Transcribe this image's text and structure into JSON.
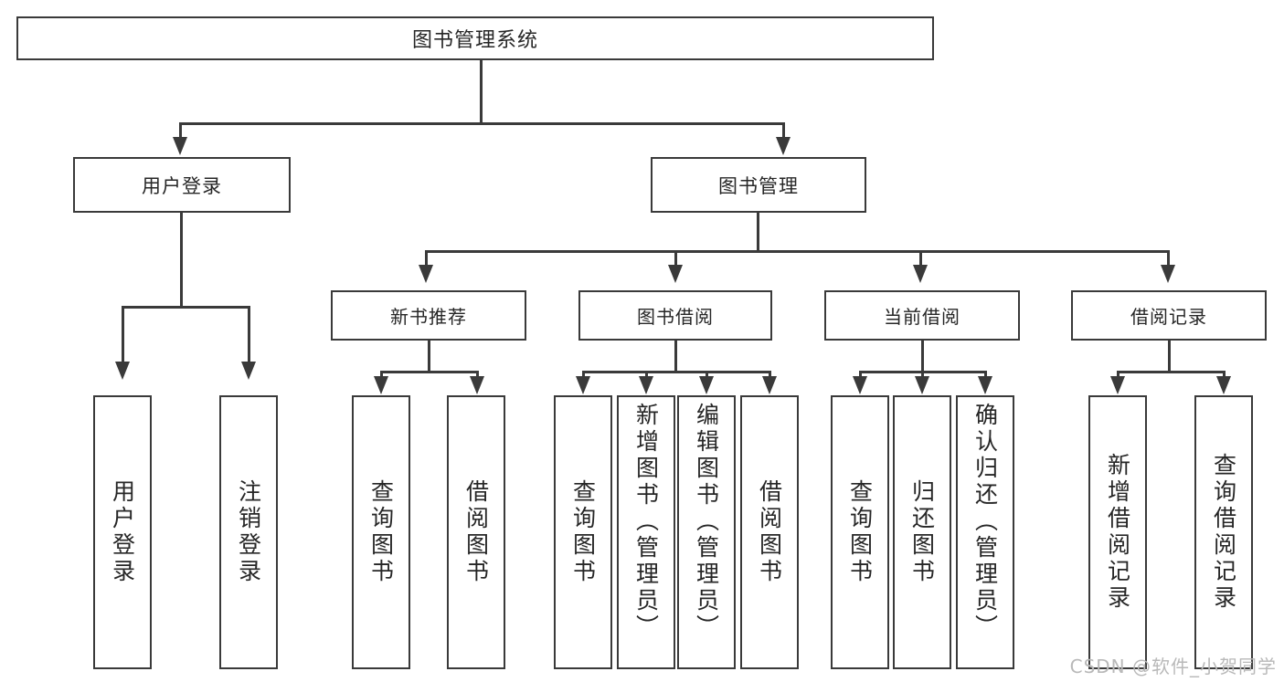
{
  "diagram": {
    "type": "tree",
    "title": "图书管理系统",
    "root": {
      "label": "图书管理系统"
    },
    "level2": [
      {
        "label": "用户登录"
      },
      {
        "label": "图书管理"
      }
    ],
    "level3": [
      {
        "label": "新书推荐",
        "parent": "图书管理"
      },
      {
        "label": "图书借阅",
        "parent": "图书管理"
      },
      {
        "label": "当前借阅",
        "parent": "图书管理"
      },
      {
        "label": "借阅记录",
        "parent": "图书管理"
      }
    ],
    "leaves": [
      {
        "label": "用户登录",
        "parent": "用户登录"
      },
      {
        "label": "注销登录",
        "parent": "用户登录"
      },
      {
        "label": "查询图书",
        "parent": "新书推荐"
      },
      {
        "label": "借阅图书",
        "parent": "新书推荐"
      },
      {
        "label": "查询图书",
        "parent": "图书借阅"
      },
      {
        "label": "新增图书（管理员）",
        "parent": "图书借阅"
      },
      {
        "label": "编辑图书（管理员）",
        "parent": "图书借阅"
      },
      {
        "label": "借阅图书",
        "parent": "图书借阅"
      },
      {
        "label": "查询图书",
        "parent": "当前借阅"
      },
      {
        "label": "归还图书",
        "parent": "当前借阅"
      },
      {
        "label": "确认归还（管理员）",
        "parent": "当前借阅"
      },
      {
        "label": "新增借阅记录",
        "parent": "借阅记录"
      },
      {
        "label": "查询借阅记录",
        "parent": "借阅记录"
      }
    ]
  },
  "watermark": {
    "text": "CSDN @软件_小贺同学"
  },
  "colors": {
    "stroke": "#3a3a3a",
    "box_fill": "#ffffff",
    "text": "#262626",
    "watermark": "#b9b9b9",
    "background": "#ffffff"
  }
}
